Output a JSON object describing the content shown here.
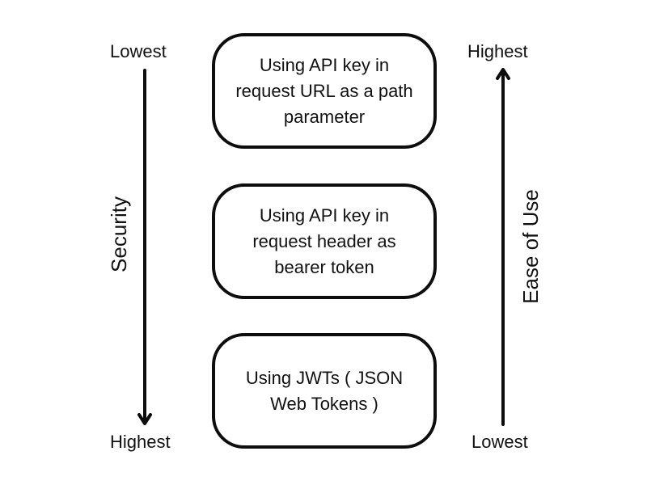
{
  "left_axis": {
    "title": "Security",
    "top_label": "Lowest",
    "bottom_label": "Highest",
    "direction": "down"
  },
  "right_axis": {
    "title": "Ease of Use",
    "top_label": "Highest",
    "bottom_label": "Lowest",
    "direction": "up"
  },
  "boxes": [
    {
      "text": "Using API key in request URL as a path parameter"
    },
    {
      "text": "Using API key in request header as bearer token"
    },
    {
      "text": "Using JWTs ( JSON Web Tokens )"
    }
  ],
  "colors": {
    "stroke": "#0d0d0d",
    "background": "#ffffff"
  }
}
